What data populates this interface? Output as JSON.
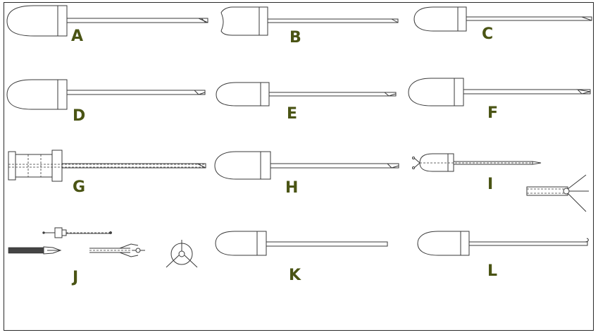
{
  "figure": {
    "panels": [
      {
        "id": "A",
        "label": "A"
      },
      {
        "id": "B",
        "label": "B"
      },
      {
        "id": "C",
        "label": "C"
      },
      {
        "id": "D",
        "label": "D"
      },
      {
        "id": "E",
        "label": "E"
      },
      {
        "id": "F",
        "label": "F"
      },
      {
        "id": "G",
        "label": "G"
      },
      {
        "id": "H",
        "label": "H"
      },
      {
        "id": "I",
        "label": "I"
      },
      {
        "id": "J",
        "label": "J"
      },
      {
        "id": "K",
        "label": "K"
      },
      {
        "id": "L",
        "label": "L"
      }
    ],
    "colors": {
      "label": "#4a5414",
      "line": "#3a3a3a",
      "border": "#2a2a2a"
    }
  }
}
